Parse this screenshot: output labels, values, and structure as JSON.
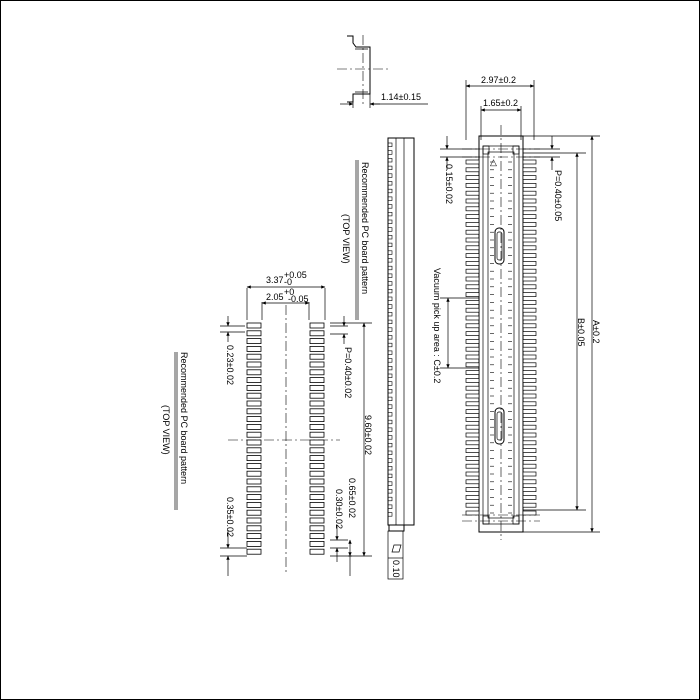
{
  "views": {
    "front_top": {
      "dim_width": "1.14±0.15"
    },
    "pcb_pattern": {
      "title": "Recommended  PC  board  pattern",
      "subtitle": "(TOP  VIEW)",
      "dim_overall_width": "3.37",
      "dim_overall_width_tol_upper": "+0.05",
      "dim_overall_width_tol_lower": "-0",
      "dim_inner_width": "2.05",
      "dim_inner_width_tol_upper": "+0",
      "dim_inner_width_tol_lower": "-0.05",
      "dim_pad_width": "0.23±0.02",
      "dim_pitch": "P=0.40±0.02",
      "dim_pattern_length": "9.60±0.02",
      "dim_pad_length_a": "0.35±0.02",
      "dim_pad_length_b": "0.30±0.02",
      "dim_pad_length_c": "0.65±0.02"
    },
    "side": {
      "title": "Recommended  PC  board  pattern",
      "subtitle": "(TOP  VIEW)",
      "flatness": "0.10"
    },
    "top": {
      "dim_outer_width": "2.97±0.2",
      "dim_inner_width": "1.65±0.2",
      "dim_post": "0.15±0.02",
      "dim_pitch": "P=0.40±0.05",
      "dim_A": "A±0.2",
      "dim_B": "B±0.05",
      "vacuum_area": "Vacuum pick up area : C±0.2"
    }
  }
}
